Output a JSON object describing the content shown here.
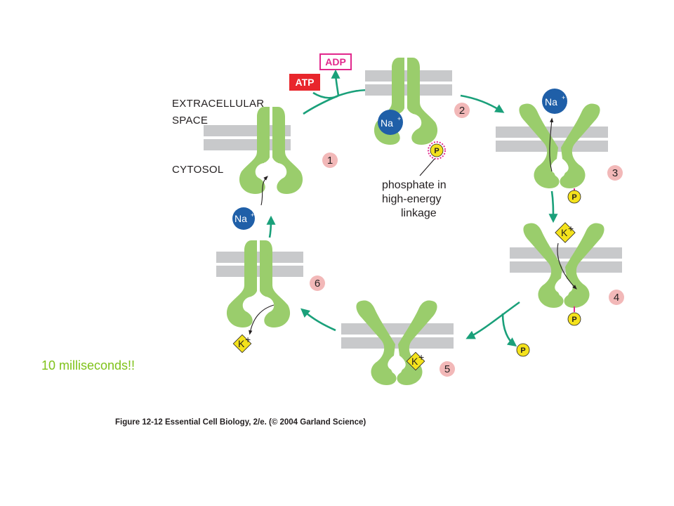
{
  "labels": {
    "extracellular_line1": "EXTRACELLULAR",
    "extracellular_line2": "SPACE",
    "cytosol": "CYTOSOL",
    "atp": "ATP",
    "adp": "ADP",
    "phosphate_line1": "phosphate in",
    "phosphate_line2": "high-energy",
    "phosphate_line3": "linkage"
  },
  "steps": [
    "1",
    "2",
    "3",
    "4",
    "5",
    "6"
  ],
  "ions": {
    "sodium": "Na",
    "potassium": "K",
    "charge": "+",
    "phosphate": "P"
  },
  "note": "10 milliseconds!!",
  "caption": "Figure 12-12  Essential Cell Biology, 2/e. (© 2004 Garland Science)",
  "colors": {
    "protein": "#9acd6c",
    "membrane": "#c8c9cb",
    "cycle_arrow": "#1aa07a",
    "sodium_ion": "#1f5fa8",
    "potassium_ion": "#f4e21c",
    "phosphate": "#f4e21c",
    "step_badge": "#f2b8b8",
    "atp_box": "#e8262c",
    "adp_box": "#e1288c",
    "note_text": "#7fc21a"
  }
}
